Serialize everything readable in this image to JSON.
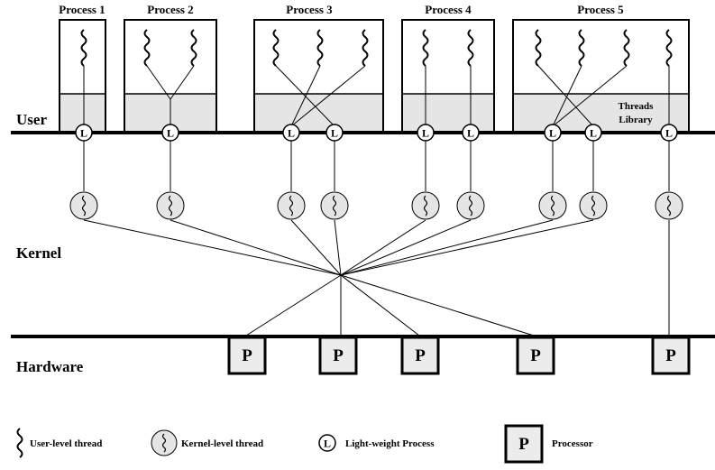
{
  "processes": [
    {
      "label": "Process 1"
    },
    {
      "label": "Process 2"
    },
    {
      "label": "Process 3"
    },
    {
      "label": "Process 4"
    },
    {
      "label": "Process 5"
    }
  ],
  "threads_library_line1": "Threads",
  "threads_library_line2": "Library",
  "layers": {
    "user": "User",
    "kernel": "Kernel",
    "hardware": "Hardware"
  },
  "lwp_symbol": "L",
  "processor_symbol": "P",
  "legend": {
    "user_thread": "User-level thread",
    "kernel_thread": "Kernel-level thread",
    "lwp": "Light-weight Process",
    "processor": "Processor"
  },
  "colors": {
    "library_fill": "#e5e5e5",
    "kernel_thread_fill": "#e5e5e5",
    "processor_fill": "#ececec",
    "line": "#000000"
  }
}
